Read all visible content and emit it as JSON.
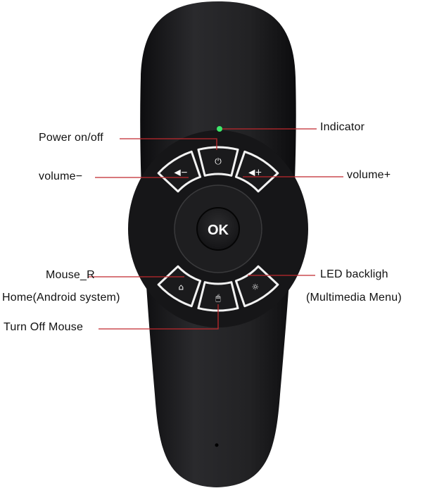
{
  "labels": {
    "power": "Power on/off",
    "indicator": "Indicator",
    "volume_down": "volume−",
    "volume_up": "volume+",
    "mouse_r": "Mouse_R",
    "home": "Home(Android system)",
    "led_backlight": "LED backligh",
    "multimedia_menu": "(Multimedia Menu)",
    "turn_off_mouse": "Turn Off Mouse"
  },
  "ok_button": "OK",
  "colors": {
    "leader_line": "#c0282d",
    "body": "#1b1b1d",
    "indicator_led": "#3ee86a",
    "button_outline": "#f2f2f2"
  }
}
